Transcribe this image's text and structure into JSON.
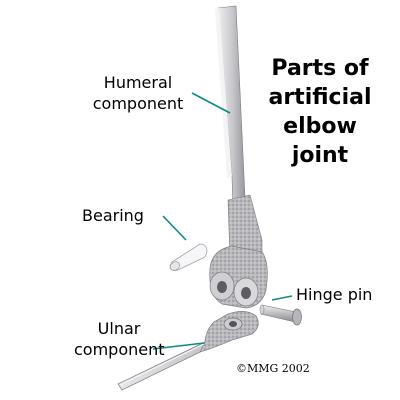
{
  "title_lines": [
    "Parts of",
    "artificial",
    "elbow",
    "joint"
  ],
  "labels": {
    "humeral": [
      "Humeral",
      "component"
    ],
    "bearing": "Bearing",
    "hinge_pin": "Hinge pin",
    "ulnar": [
      "Ulnar",
      "component"
    ]
  },
  "copyright": "©MMG 2002",
  "colors": {
    "leader_line": "#0d8a82",
    "metal_light": "#d2d2d4",
    "metal_dark": "#8c8c92",
    "background": "#ffffff"
  }
}
